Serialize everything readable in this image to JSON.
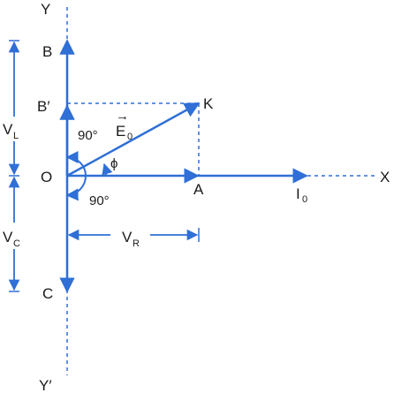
{
  "colors": {
    "line": "#2f6fd6",
    "text": "#1a1a1a",
    "background": "#ffffff"
  },
  "labels": {
    "Y": "Y",
    "Y_prime": "Y′",
    "X": "X",
    "O": "O",
    "A": "A",
    "B": "B",
    "B_prime": "B′",
    "C": "C",
    "K": "K",
    "angle_top": "90°",
    "angle_bottom": "90°",
    "phi": "ϕ",
    "E0_main": "E",
    "E0_sub": "0",
    "E0_arrow": "→",
    "I0_main": "I",
    "I0_sub": "0",
    "VL_main": "V",
    "VL_sub": "L",
    "VC_main": "V",
    "VC_sub": "C",
    "VR_main": "V",
    "VR_sub": "R"
  }
}
